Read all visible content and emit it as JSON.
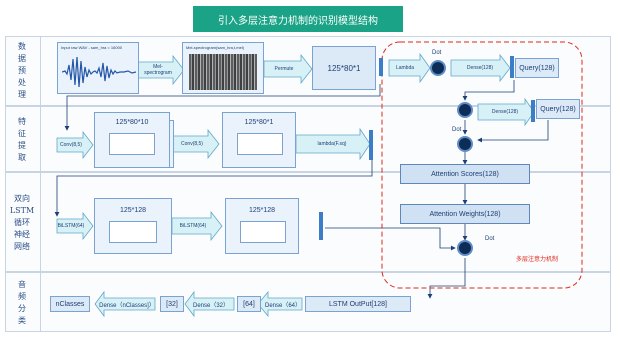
{
  "title": "引入多层注意力机制的识别模型结构",
  "lanes": {
    "preprocess": "数\n据\n预\n处\n理",
    "feature": "特\n征\n提\n取",
    "bilstm": "双向\nLSTM\n循环\n神经\n网络",
    "classify": "音\n频\n分\n类"
  },
  "row1": {
    "wave_label": "Input raw WAV - sam_hra = 16000",
    "mel_arrow": "Mel-\nspectrogram",
    "mel_label": "Mel-spectrogram(sam_hra,t,mel)",
    "permute": "Permute",
    "shape": "125*80*1",
    "lambda": "Lambda"
  },
  "row2": {
    "conv1": "Conv(8,5)",
    "box1": "125*80*10",
    "conv2": "Conv(8,5)",
    "box2": "125*80*1",
    "lambda": "lambda(F.sq)"
  },
  "row3": {
    "bilstm1": "BiLSTM(64)",
    "box1": "125*128",
    "bilstm2": "BiLSTM(64)",
    "box2": "125*128"
  },
  "row4": {
    "out": "nClasses",
    "dense_n": "Dense（nClasses]）",
    "b32": "[32]",
    "d32": "Dense（32）",
    "b64": "[64]",
    "d64": "Dense（64）",
    "lstm_out": "LSTM OutPut[128]"
  },
  "attention": {
    "dot": "Dot",
    "dense1": "Dense(128)",
    "query1": "Query(128)",
    "dense2": "Dense(128)",
    "query2": "Query(128)",
    "scores": "Attention Scores(128)",
    "weights": "Attention Weights(128)",
    "label": "多层注意力机制"
  },
  "colors": {
    "title_bg": "#1aa386",
    "arrow_fill": "#d8f1f7",
    "box_fill": "#dce9f6",
    "dashed": "#e0281b",
    "dot_fill": "#0d2d57"
  }
}
